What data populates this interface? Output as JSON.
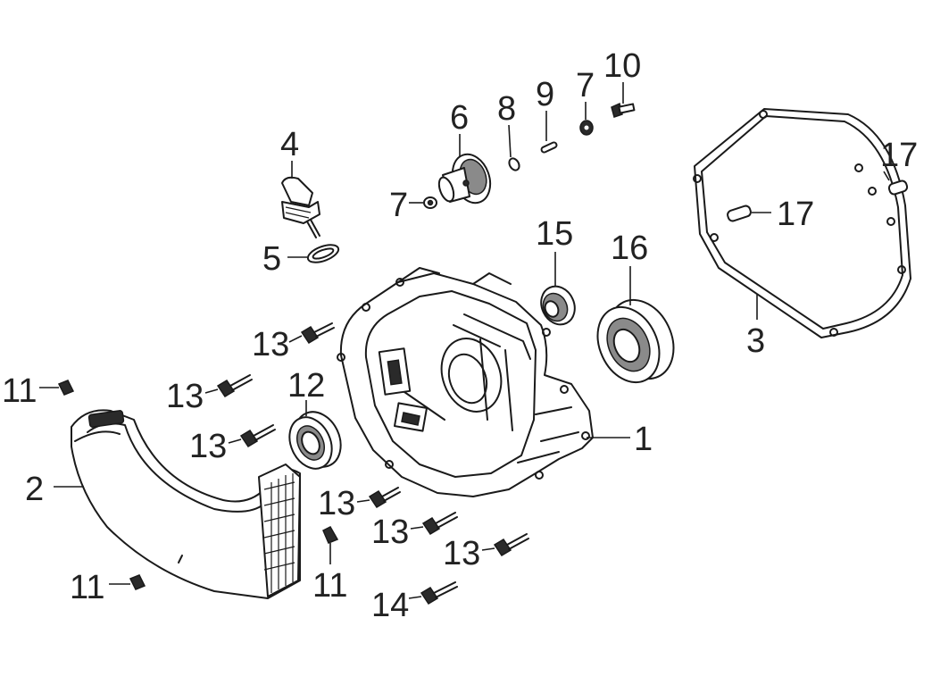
{
  "diagram": {
    "parts": [
      {
        "id": "case",
        "callout": "1"
      },
      {
        "id": "shroud",
        "callout": "2"
      },
      {
        "id": "gasket",
        "callout": "3"
      },
      {
        "id": "oil-sensor",
        "callout": "4"
      },
      {
        "id": "o-ring",
        "callout": "5"
      },
      {
        "id": "governor-gear",
        "callout": "6"
      },
      {
        "id": "washer",
        "callout": "7"
      },
      {
        "id": "clip",
        "callout": "8"
      },
      {
        "id": "pin",
        "callout": "9"
      },
      {
        "id": "bolt-small",
        "callout": "10"
      },
      {
        "id": "bolt-flange",
        "callout": "11"
      },
      {
        "id": "oil-seal",
        "callout": "12"
      },
      {
        "id": "bolt-long",
        "callout": "13"
      },
      {
        "id": "bolt-14",
        "callout": "14"
      },
      {
        "id": "bearing-small",
        "callout": "15"
      },
      {
        "id": "bearing-large",
        "callout": "16"
      },
      {
        "id": "dowel",
        "callout": "17"
      }
    ],
    "colors": {
      "line": "#1a1a1a",
      "text": "#222222",
      "background": "#ffffff"
    }
  }
}
